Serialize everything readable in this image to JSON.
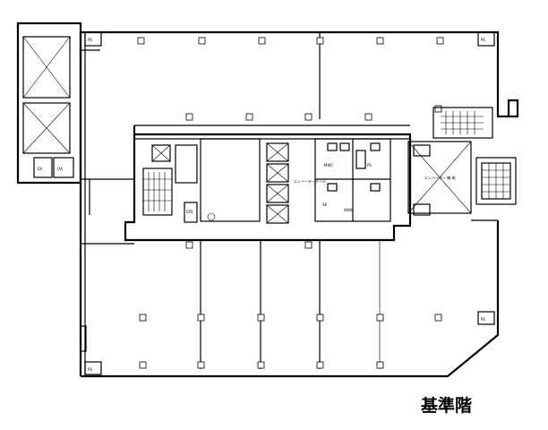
{
  "caption": "基準階",
  "labels": {
    "ps": "PS",
    "eps": "EPS",
    "ev_hall": "エレベーターホール",
    "shaft_a": "",
    "shaft_b": "",
    "ea": "EA",
    "oa": "OA",
    "pantry": "",
    "ps_small": "PS",
    "sk": "SK",
    "mwc": "MWC",
    "wwc": "WWC",
    "ev_hall_right": "エレベーター 機 械",
    "shaft_top": ""
  }
}
